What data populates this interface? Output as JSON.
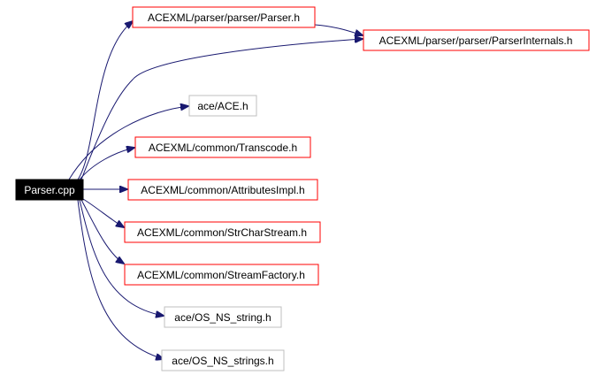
{
  "graph": {
    "root": {
      "id": "parser_cpp",
      "label": "Parser.cpp",
      "style": "filled-black"
    },
    "nodes": [
      {
        "id": "parser_h",
        "label": "ACEXML/parser/parser/Parser.h",
        "style": "red"
      },
      {
        "id": "parser_internals_h",
        "label": "ACEXML/parser/parser/ParserInternals.h",
        "style": "red"
      },
      {
        "id": "ace_h",
        "label": "ace/ACE.h",
        "style": "gray"
      },
      {
        "id": "transcode_h",
        "label": "ACEXML/common/Transcode.h",
        "style": "red"
      },
      {
        "id": "attributes_impl_h",
        "label": "ACEXML/common/AttributesImpl.h",
        "style": "red"
      },
      {
        "id": "str_char_stream_h",
        "label": "ACEXML/common/StrCharStream.h",
        "style": "red"
      },
      {
        "id": "stream_factory_h",
        "label": "ACEXML/common/StreamFactory.h",
        "style": "red"
      },
      {
        "id": "os_ns_string_h",
        "label": "ace/OS_NS_string.h",
        "style": "gray"
      },
      {
        "id": "os_ns_strings_h",
        "label": "ace/OS_NS_strings.h",
        "style": "gray"
      }
    ],
    "edges": [
      {
        "from": "parser_cpp",
        "to": "parser_h"
      },
      {
        "from": "parser_cpp",
        "to": "parser_internals_h"
      },
      {
        "from": "parser_h",
        "to": "parser_internals_h"
      },
      {
        "from": "parser_cpp",
        "to": "ace_h"
      },
      {
        "from": "parser_cpp",
        "to": "transcode_h"
      },
      {
        "from": "parser_cpp",
        "to": "attributes_impl_h"
      },
      {
        "from": "parser_cpp",
        "to": "str_char_stream_h"
      },
      {
        "from": "parser_cpp",
        "to": "stream_factory_h"
      },
      {
        "from": "parser_cpp",
        "to": "os_ns_string_h"
      },
      {
        "from": "parser_cpp",
        "to": "os_ns_strings_h"
      }
    ],
    "colors": {
      "edge": "#191970",
      "red_border": "#ff0000",
      "gray_border": "#bfbfbf",
      "root_fill": "#000000",
      "root_text": "#ffffff",
      "text": "#000000"
    }
  }
}
